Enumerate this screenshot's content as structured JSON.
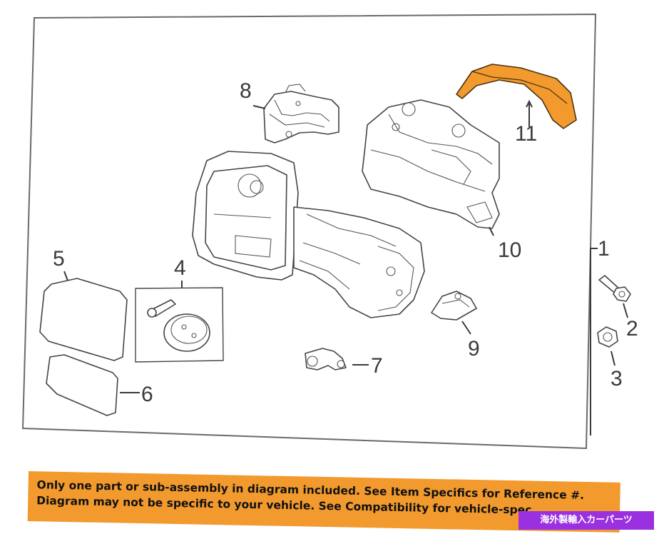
{
  "callouts": {
    "c1": "1",
    "c2": "2",
    "c3": "3",
    "c4": "4",
    "c5": "5",
    "c6": "6",
    "c7": "7",
    "c8": "8",
    "c9": "9",
    "c10": "10",
    "c11": "11"
  },
  "banner": {
    "line1": "Only one part or sub-assembly in diagram included. See Item Specifics for Reference #.",
    "line2": "Diagram may not be specific to your vehicle. See Compatibility for vehicle-spec"
  },
  "tag": {
    "label": "海外製輸入カーパーツ"
  },
  "colors": {
    "highlight": "#f29a2e",
    "tag": "#9b30e0",
    "line": "#3a3a3a"
  }
}
